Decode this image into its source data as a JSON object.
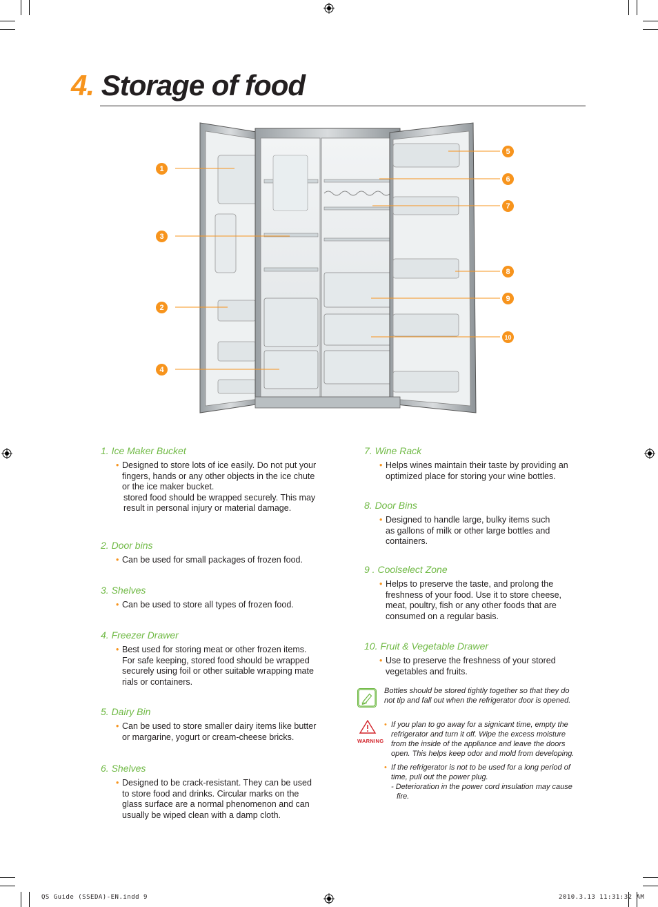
{
  "header": {
    "number": "4.",
    "title": "Storage of food"
  },
  "figure": {
    "callouts": [
      "1",
      "3",
      "2",
      "4",
      "5",
      "6",
      "7",
      "8",
      "9",
      "10"
    ]
  },
  "items_left": [
    {
      "heading": "1. Ice Maker Bucket",
      "lines": [
        "Designed to store lots of ice easily. Do not put your",
        "fingers, hands or any other objects in the ice chute",
        "or the ice maker bucket.",
        "stored food should be wrapped securely. This may",
        "result in personal injury or material damage."
      ]
    },
    {
      "heading": "2. Door bins",
      "lines": [
        "Can be used for small packages of frozen food."
      ]
    },
    {
      "heading": "3. Shelves",
      "lines": [
        "Can be used to store all types of frozen food."
      ]
    },
    {
      "heading": "4. Freezer Drawer",
      "lines": [
        "Best used for storing meat or other frozen items.",
        "For safe keeping, stored food should be wrapped",
        "securely using foil or other suitable wrapping mate",
        "rials or containers."
      ]
    },
    {
      "heading": "5. Dairy Bin",
      "lines": [
        "Can be used to store smaller dairy items like butter",
        "or margarine, yogurt or cream-cheese bricks."
      ]
    },
    {
      "heading": "6. Shelves",
      "lines": [
        "Designed to be crack-resistant. They can be used",
        "to store food and drinks. Circular marks on the",
        "glass surface are a normal phenomenon and can",
        "usually be wiped clean with a damp cloth."
      ]
    }
  ],
  "items_right": [
    {
      "heading": "7. Wine Rack",
      "lines": [
        "Helps wines maintain their taste by providing an",
        "optimized place for storing your wine bottles."
      ]
    },
    {
      "heading": "8. Door Bins",
      "lines": [
        "Designed to handle large, bulky items such",
        "as gallons of milk or other large bottles and",
        "containers."
      ]
    },
    {
      "heading": "9 . Coolselect Zone",
      "lines": [
        "Helps to preserve the taste, and prolong the",
        "freshness of your food. Use it to store cheese,",
        "meat, poultry, fish or any other foods that are",
        "consumed on a regular basis."
      ]
    },
    {
      "heading": "10. Fruit & Vegetable Drawer",
      "lines": [
        "Use to preserve the freshness of your stored",
        "vegetables and fruits."
      ]
    }
  ],
  "note": {
    "line1": "Bottles should be stored tightly together so that they do",
    "line2": "not tip and fall out when the refrigerator door is opened."
  },
  "warning": {
    "label": "WARNING",
    "b1": [
      "If you plan to go away for a signicant time, empty the",
      "refrigerator and turn it off. Wipe the excess moisture",
      "from the inside of the appliance and leave the doors",
      "open. This helps keep odor and mold from developing."
    ],
    "b2": [
      "If the refrigerator is not to be used for a long period of",
      "time, pull out the power plug.",
      "- Deterioration in the power cord insulation may cause",
      "fire."
    ]
  },
  "footer": {
    "left": "QS Guide (SSEDA)-EN.indd   9",
    "right": "2010.3.13   11:31:32 AM"
  }
}
